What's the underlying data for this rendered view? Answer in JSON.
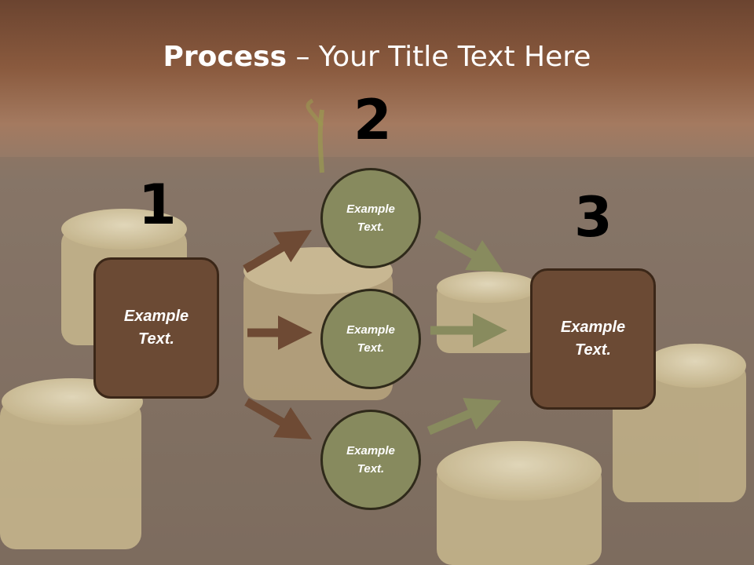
{
  "title": {
    "bold": "Process",
    "rest": " – Your Title Text Here"
  },
  "steps": [
    {
      "number": "1",
      "text": "Example\nText."
    },
    {
      "number": "2",
      "items": [
        "Example\nText.",
        "Example\nText.",
        "Example\nText."
      ]
    },
    {
      "number": "3",
      "text": "Example\nText."
    }
  ],
  "colors": {
    "box_fill": "#6b4a34",
    "circle_fill": "#878a5e",
    "arrow_brown": "#6e4a34",
    "arrow_olive": "#888b5e",
    "header_band": "#7a5036"
  }
}
